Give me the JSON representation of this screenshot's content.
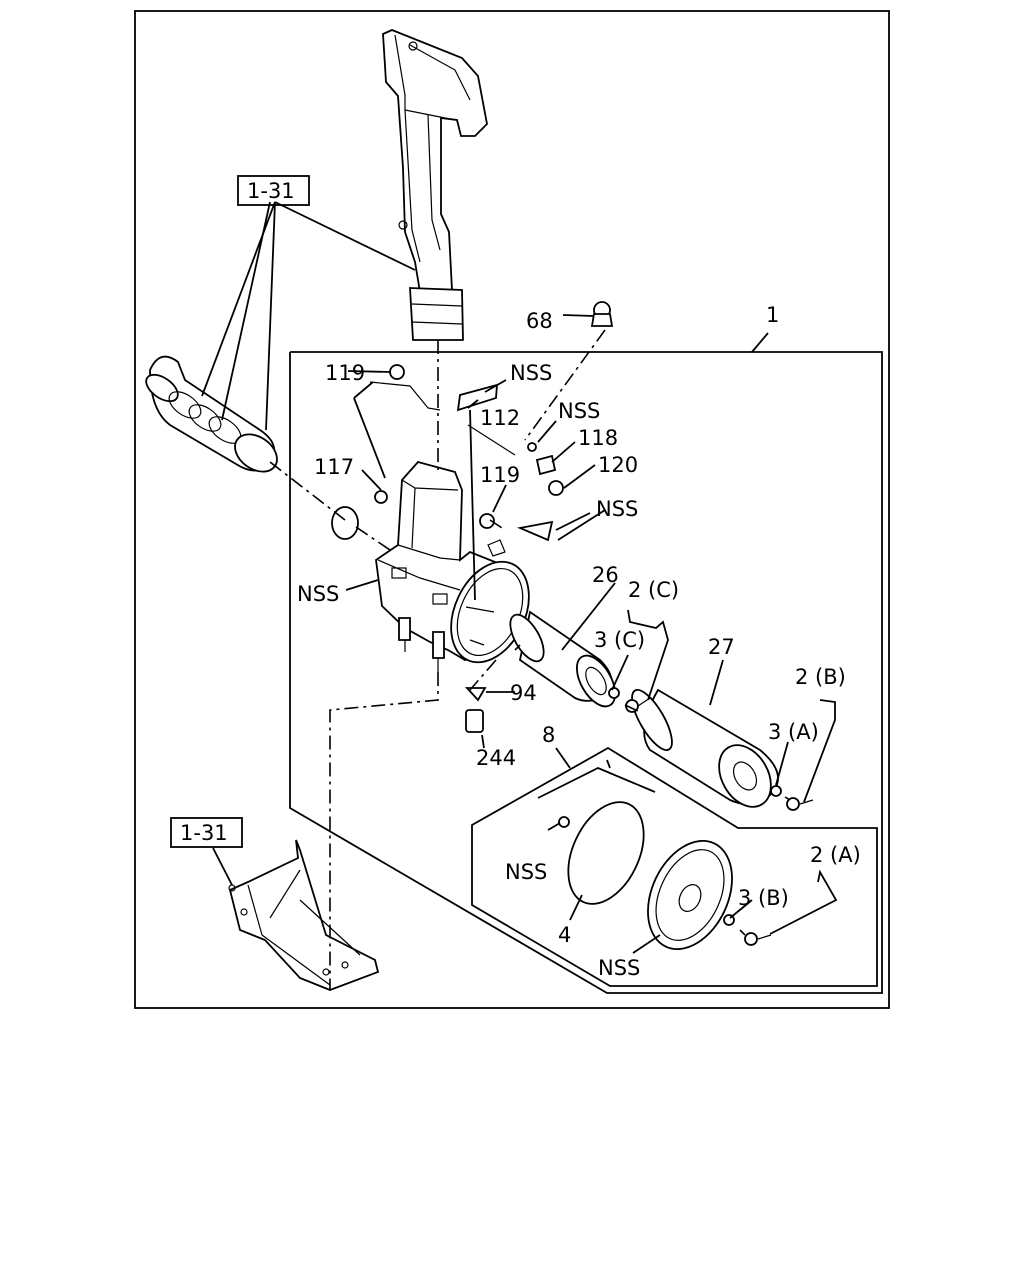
{
  "ref_boxes": [
    "1-31",
    "1-31"
  ],
  "labels": {
    "l68": "68",
    "l1": "1",
    "l119a": "119",
    "l119b": "119",
    "l112": "112",
    "l117": "117",
    "l118": "118",
    "l120": "120",
    "nss1": "NSS",
    "nss2": "NSS",
    "nss3": "NSS",
    "nss4": "NSS",
    "nss5": "NSS",
    "nss6": "NSS",
    "l26": "26",
    "l27": "27",
    "l2c": "2 (C)",
    "l3c": "3 (C)",
    "l2b": "2 (B)",
    "l3a": "3 (A)",
    "l94": "94",
    "l244": "244",
    "l8": "8",
    "l4": "4",
    "l2a": "2 (A)",
    "l3b": "3 (B)"
  }
}
